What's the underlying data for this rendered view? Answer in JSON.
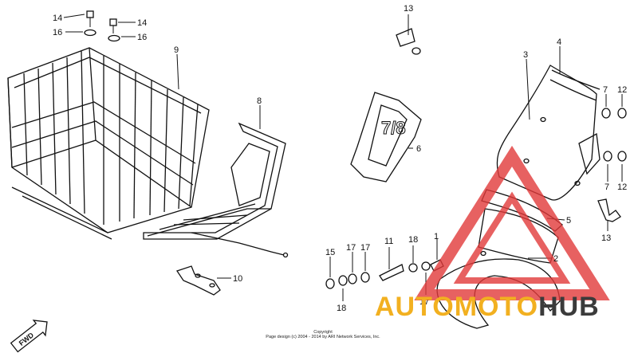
{
  "callouts": {
    "p1": "1",
    "p2": "2",
    "p3": "3",
    "p4": "4",
    "p5": "5",
    "p6": "6",
    "p7a": "7",
    "p7b": "7",
    "p8": "8",
    "p9": "9",
    "p10": "10",
    "p11": "11",
    "p12a": "12",
    "p12b": "12",
    "p13a": "13",
    "p13b": "13",
    "p14a": "14",
    "p14b": "14",
    "p15": "15",
    "p16a": "16",
    "p16b": "16",
    "p17a": "17",
    "p17b": "17",
    "p17c": "17",
    "p18a": "18",
    "p18b": "18"
  },
  "direction_label": "FWD",
  "copyright": {
    "line1": "Copyright",
    "line2": "Page design (c) 2004 - 2014 by ARI Network Services, Inc."
  },
  "watermark": {
    "part1": "AUTOMOTO",
    "part2": "HUB",
    "color_primary": "#f2b020",
    "color_secondary": "#3b3b3b",
    "triangle_color": "#e23a3a"
  }
}
